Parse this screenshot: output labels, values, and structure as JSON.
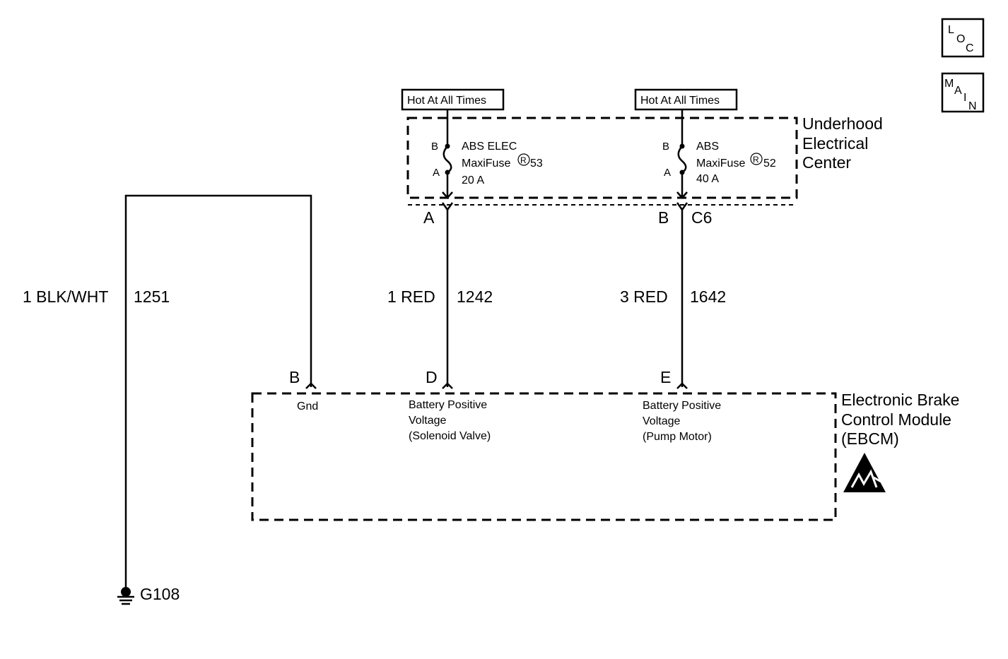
{
  "nav": {
    "loc_letters": [
      "L",
      "O",
      "C"
    ],
    "main_letters": [
      "M",
      "A",
      "I",
      "N"
    ]
  },
  "power": {
    "left_label": "Hot At All Times",
    "right_label": "Hot At All Times"
  },
  "uec": {
    "title_lines": [
      "Underhood",
      "Electrical",
      "Center"
    ],
    "fuse1": {
      "pin_b": "B",
      "pin_a": "A",
      "line1": "ABS ELEC",
      "line2": "MaxiFuse",
      "mark": "R",
      "number": "53",
      "rating": "20 A"
    },
    "fuse2": {
      "pin_b": "B",
      "pin_a": "A",
      "line1": "ABS",
      "line2": "MaxiFuse",
      "mark": "R",
      "number": "52",
      "rating": "40 A"
    },
    "conn1_pin": "A",
    "conn2_pin": "B",
    "connector": "C6"
  },
  "wires": {
    "w1": {
      "size_color": "1 RED",
      "circuit": "1242"
    },
    "w2": {
      "size_color": "3 RED",
      "circuit": "1642"
    },
    "ground_wire": {
      "size_color": "1 BLK/WHT",
      "circuit": "1251"
    }
  },
  "ebcm": {
    "title_lines": [
      "Electronic Brake",
      "Control Module",
      "(EBCM)"
    ],
    "pin_b": "B",
    "pin_b_label": "Gnd",
    "pin_d": "D",
    "pin_d_lines": [
      "Battery Positive",
      "Voltage",
      "(Solenoid Valve)"
    ],
    "pin_e": "E",
    "pin_e_lines": [
      "Battery Positive",
      "Voltage",
      "(Pump Motor)"
    ]
  },
  "ground": {
    "label": "G108"
  }
}
